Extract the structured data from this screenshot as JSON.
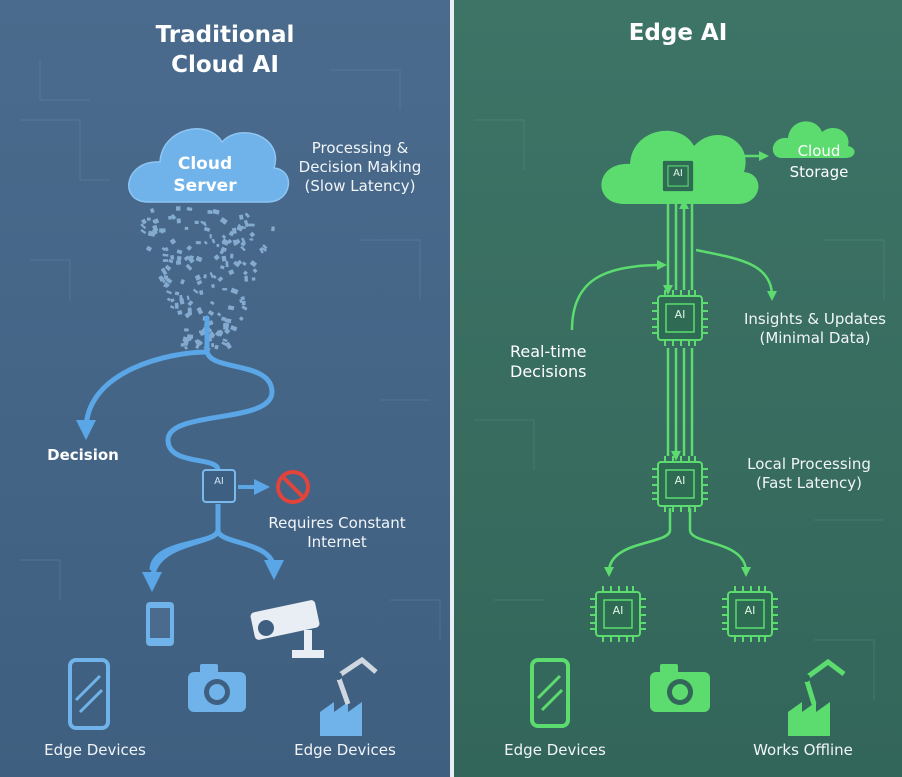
{
  "left_panel": {
    "title_line1": "Traditional",
    "title_line2": "Cloud AI",
    "cloud_line1": "Cloud",
    "cloud_line2": "Server",
    "processing_line1": "Processing &",
    "processing_line2": "Decision Making",
    "processing_line3": "(Slow Latency)",
    "decision_label": "Decision",
    "chip_label": "AI",
    "internet_line1": "Requires Constant",
    "internet_line2": "Internet",
    "devices_left": "Edge Devices",
    "devices_right": "Edge Devices"
  },
  "right_panel": {
    "title": "Edge AI",
    "chip_label": "AI",
    "storage_line1": "Cloud",
    "storage_line2": "Storage",
    "insights_line1": "Insights & Updates",
    "insights_line2": "(Minimal Data)",
    "realtime_line1": "Real-time",
    "realtime_line2": "Decisions",
    "local_line1": "Local Processing",
    "local_line2": "(Fast Latency)",
    "devices_left": "Edge Devices",
    "devices_right": "Works Offline"
  },
  "colors": {
    "left_accent": "#5aa6e6",
    "right_accent": "#5cdc6e",
    "warning": "#e0443a"
  }
}
